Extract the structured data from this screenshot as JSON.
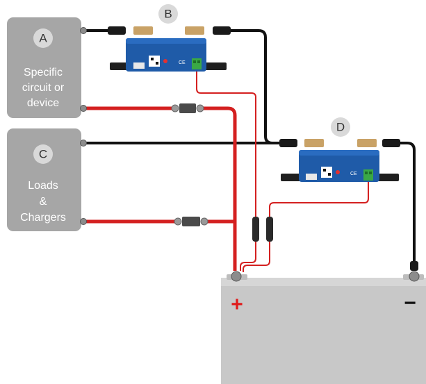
{
  "labels": {
    "a": "A",
    "b": "B",
    "c": "C",
    "d": "D"
  },
  "box_a": {
    "line1": "Specific",
    "line2": "circuit or",
    "line3": "device"
  },
  "box_c": {
    "line1": "Loads",
    "line2": "&",
    "line3": "Chargers"
  },
  "battery": {
    "plus": "+",
    "minus": "−"
  },
  "shunt": {
    "ce": "CE"
  },
  "colors": {
    "positive_cable": "#d42020",
    "negative_cable": "#111111",
    "device_box": "#a6a6a6",
    "battery_body": "#c8c8c8",
    "shunt_blue": "#1f5ba8",
    "terminal_green": "#3aa845",
    "label_circle": "#d9d9d9"
  }
}
